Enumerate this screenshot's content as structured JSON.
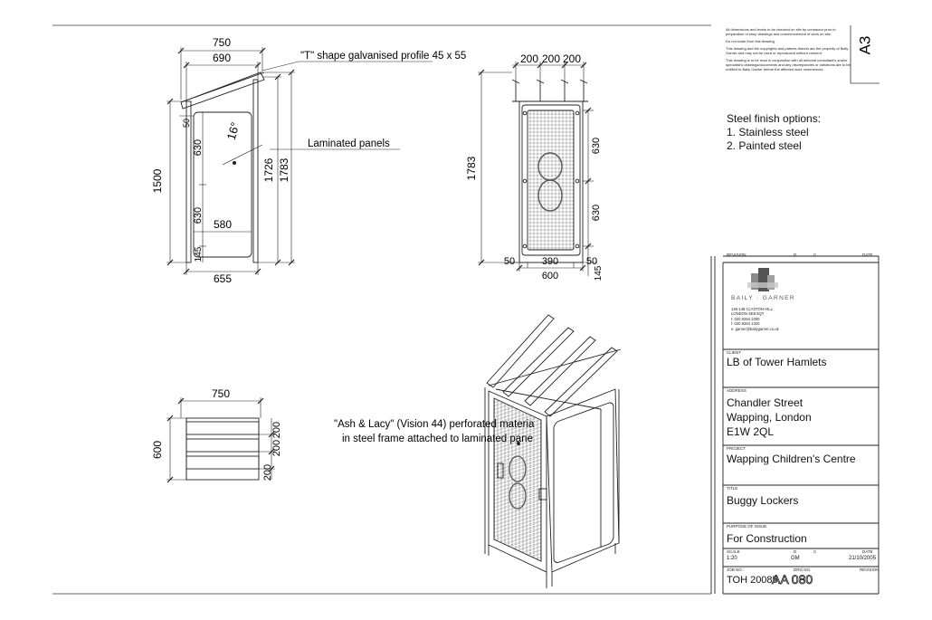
{
  "sheet": {
    "size_label": "A3"
  },
  "notes": [
    "All dimensions and levels to be checked on site by contractor prior to preparation of shop drawings and commencement of work on site.",
    "Do not scale from this drawing.",
    "This drawing and the copyrights and patents therein are the property of Baily Garner and may not be used or reproduced without consent.",
    "This drawing is to be read in conjunction with all relevant consultant's and/or specialist's drawings/documents and any discrepancies or variations are to be notified to Baily Garner before the affected work commences."
  ],
  "finish": {
    "title": "Steel finish options:",
    "options": [
      "1. Stainless steel",
      "2. Painted steel"
    ]
  },
  "side_view": {
    "dim_750": "750",
    "dim_690": "690",
    "dim_655": "655",
    "dim_580": "580",
    "dim_1500": "1500",
    "dim_1726": "1726",
    "dim_1783": "1783",
    "dim_630_top": "630",
    "dim_630_bot": "630",
    "dim_145": "145",
    "dim_50": "50",
    "angle": "16°",
    "label_profile": "\"T\" shape galvanised profile 45 x 55",
    "label_panels": "Laminated panels"
  },
  "front_view": {
    "dim_200_a": "200",
    "dim_200_b": "200",
    "dim_200_c": "200",
    "dim_1783": "1783",
    "dim_630_top": "630",
    "dim_630_bot": "630",
    "dim_50_left": "50",
    "dim_390": "390",
    "dim_50_right": "50",
    "dim_600": "600",
    "dim_145": "145"
  },
  "plan_view": {
    "dim_750": "750",
    "dim_600": "600",
    "dim_200_a": "200",
    "dim_200_b": "200",
    "dim_200_c": "200"
  },
  "iso_view": {
    "label_line1": "\"Ash & Lacy\" (Vision 44) perforated materia",
    "label_line2": "in steel frame attached to laminated pane"
  },
  "title_block": {
    "revision_label": "REVISION",
    "revision_cols": [
      "D",
      "C",
      "DATE"
    ],
    "company": "BAILY · GARNER",
    "address_lines": [
      "146-148 CLYSTON HILL",
      "LONDON  SE8 5QY",
      "t. 020 8294 1000",
      "f. 020 8294 1320",
      "e. garner@bailygarner.co.uk"
    ],
    "client_label": "CLIENT",
    "client": "LB of Tower Hamlets",
    "address_label": "ADDRESS",
    "address": [
      "Chandler Street",
      "Wapping, London",
      "E1W 2QL"
    ],
    "project_label": "PROJECT",
    "project": "Wapping Children's Centre",
    "title_label": "TITLE",
    "title": "Buggy Lockers",
    "purpose_label": "PURPOSE OF ISSUE",
    "purpose": "For Construction",
    "scale_label": "SCALE",
    "scale": "1:20",
    "drawn_label": "D",
    "drawn": "GM",
    "checked_label": "C",
    "date_label": "DATE",
    "date": "21/10/2005",
    "jobno_label": "JOB NO.",
    "jobno": "TOH 20085",
    "dwgno_label": "DRG NO.",
    "dwgno": "AA 080",
    "rev_label": "REVISION"
  }
}
